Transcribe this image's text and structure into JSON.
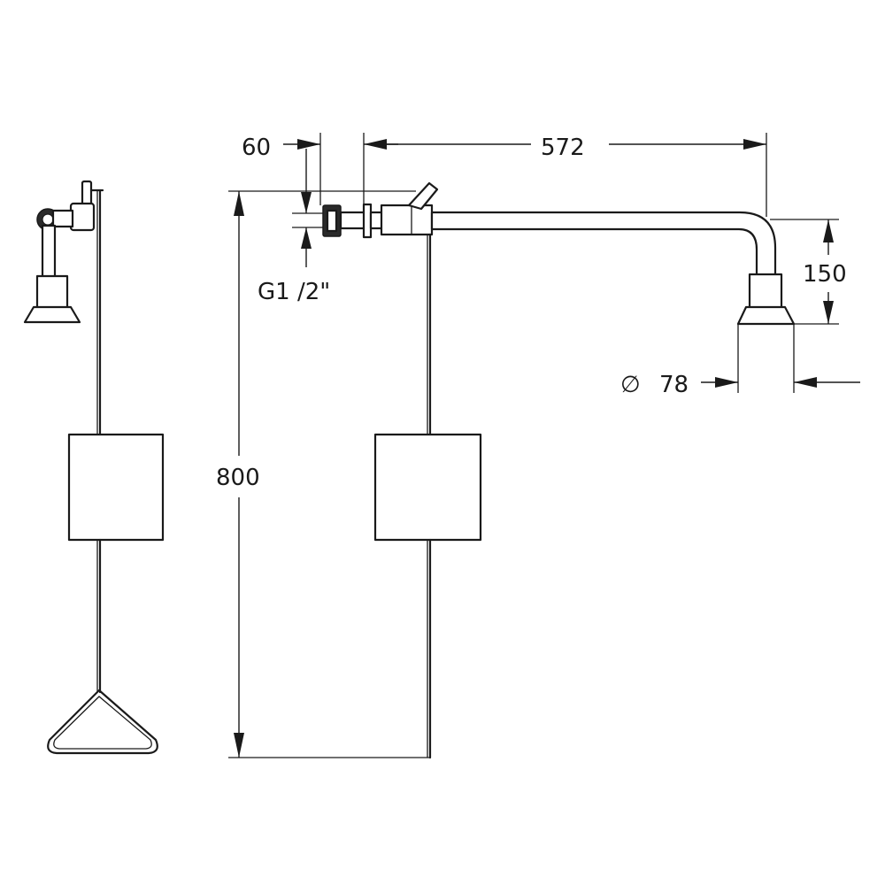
{
  "dimensions": {
    "left_offset": "60",
    "horizontal_reach": "572",
    "drop_height": "150",
    "head_diameter": "78",
    "diameter_symbol": "∅",
    "total_height": "800",
    "thread": "G1 /2\""
  }
}
